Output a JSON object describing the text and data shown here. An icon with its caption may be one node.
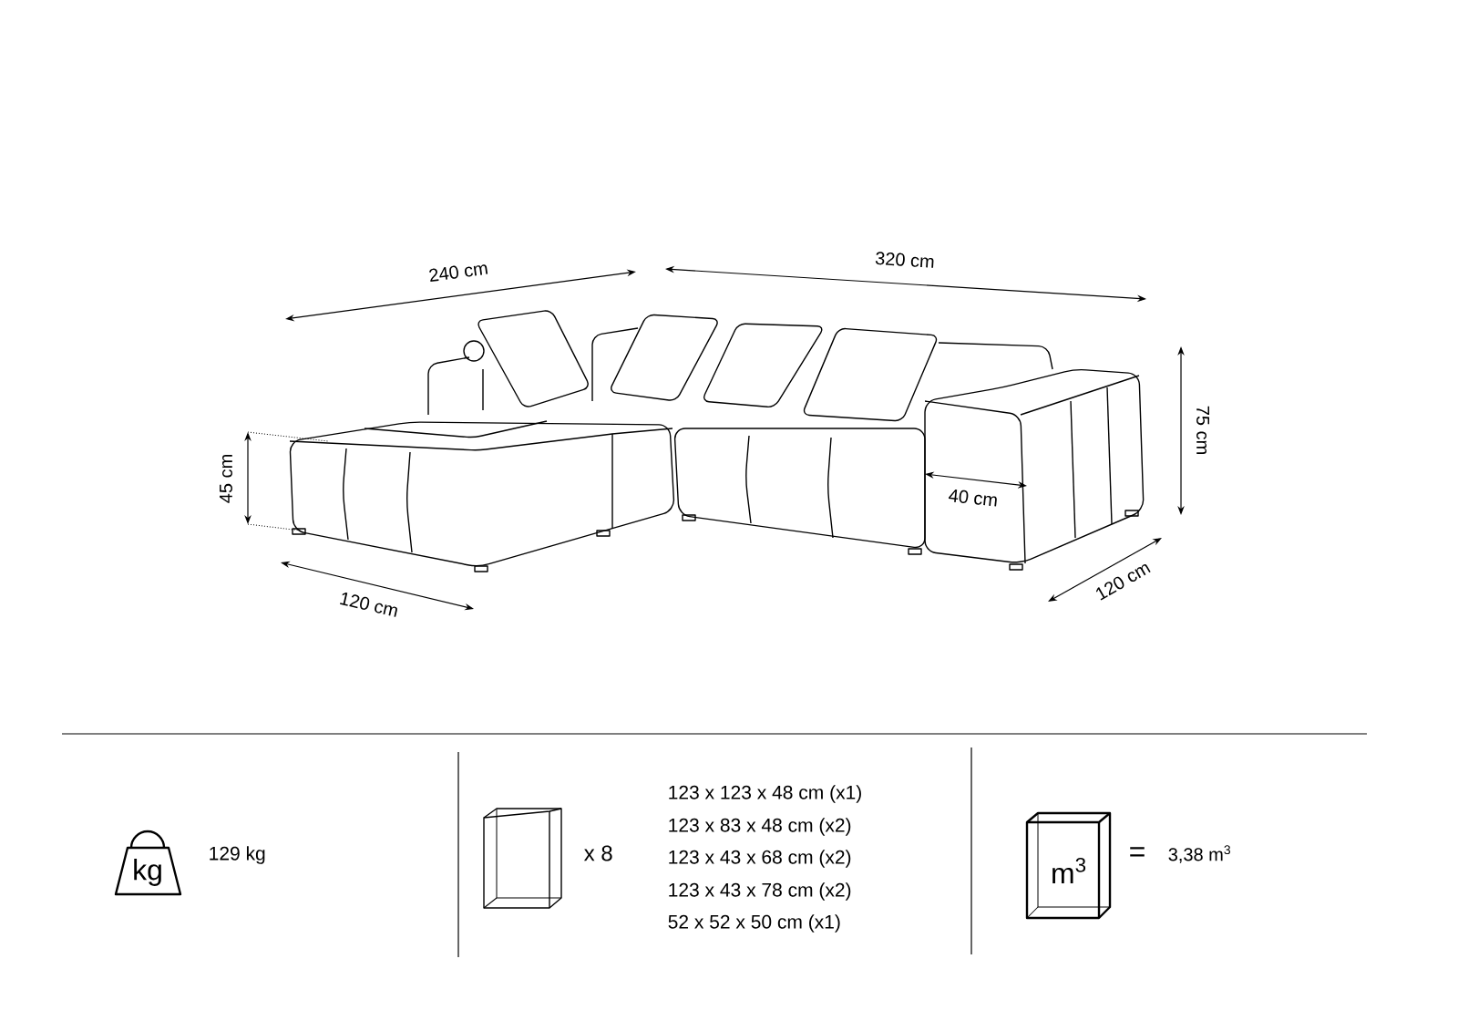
{
  "diagram": {
    "nodes": [
      {
        "text": [
          "kg"
        ]
      },
      {
        "text": [
          "m$^{3}$"
        ]
      }
    ],
    "labels": [
      "240 cm",
      "320 cm",
      "75 cm",
      "45 cm",
      "40 cm",
      "120 cm",
      "120 cm",
      "129 kg",
      "x 8",
      "123 x 123 x 48 cm (x1)",
      "123 x 83 x 48 cm (x2)",
      "123 x 43 x 68 cm (x2)",
      "123 x 43 x 78 cm (x2)",
      "52 x 52 x 50 cm (x1)",
      "=",
      "3,38 m$^{3}$"
    ]
  }
}
